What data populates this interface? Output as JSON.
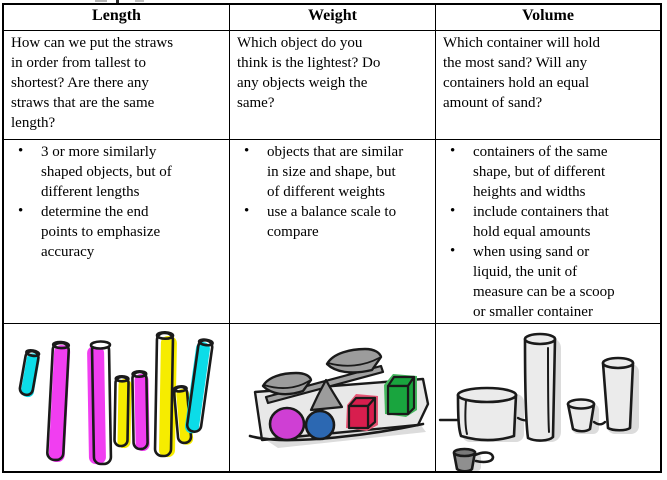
{
  "table": {
    "columns": [
      {
        "header": "Length",
        "question": "How can we put the straws\nin order from tallest to\nshortest? Are there any\nstraws that are the same\nlength?",
        "bullet_glyph": "•",
        "bullets": [
          "3 or more similarly\nshaped objects, but of\ndifferent lengths",
          "determine the end\npoints to emphasize\naccuracy"
        ],
        "illustration": "straws-sketch"
      },
      {
        "header": "Weight",
        "question": "Which object do you\nthink is the lightest? Do\nany objects weigh the\nsame?",
        "bullet_glyph": "•",
        "bullets": [
          "objects that are similar\nin size and shape, but\nof different weights",
          "use a balance scale to\ncompare"
        ],
        "illustration": "balance-scale-sketch"
      },
      {
        "header": "Volume",
        "question": "Which container will hold\nthe most sand? Will any\ncontainers hold an equal\namount of sand?",
        "bullet_glyph": "•",
        "bullets": [
          "containers of the same\nshape, but of different\nheights and widths",
          "include containers that\nhold equal amounts",
          "when using sand or\nliquid, the unit of\nmeasure can be a scoop\nor smaller container"
        ],
        "illustration": "containers-sketch"
      }
    ]
  },
  "colors": {
    "ink": "#1a1a1a",
    "straw_magenta": "#f13ef1",
    "straw_cyan": "#0cdce8",
    "straw_yellow": "#f6ec00",
    "tray_gray": "#e8e8e8",
    "metal_gray": "#a2a2a2",
    "pan_gray": "#9c9c9c",
    "ball_magenta": "#cf3fd4",
    "ball_blue": "#2c68b2",
    "cube_red": "#d81e4e",
    "cube_red_bleed": "#e75575",
    "cube_green": "#19a53e",
    "cube_green_bleed": "#45b85f",
    "container_fill": "#ebebeb",
    "shadow_gray": "#dcdcdc",
    "scoop_gray": "#8f8f8f",
    "scoop_dark": "#7a7a7a"
  }
}
